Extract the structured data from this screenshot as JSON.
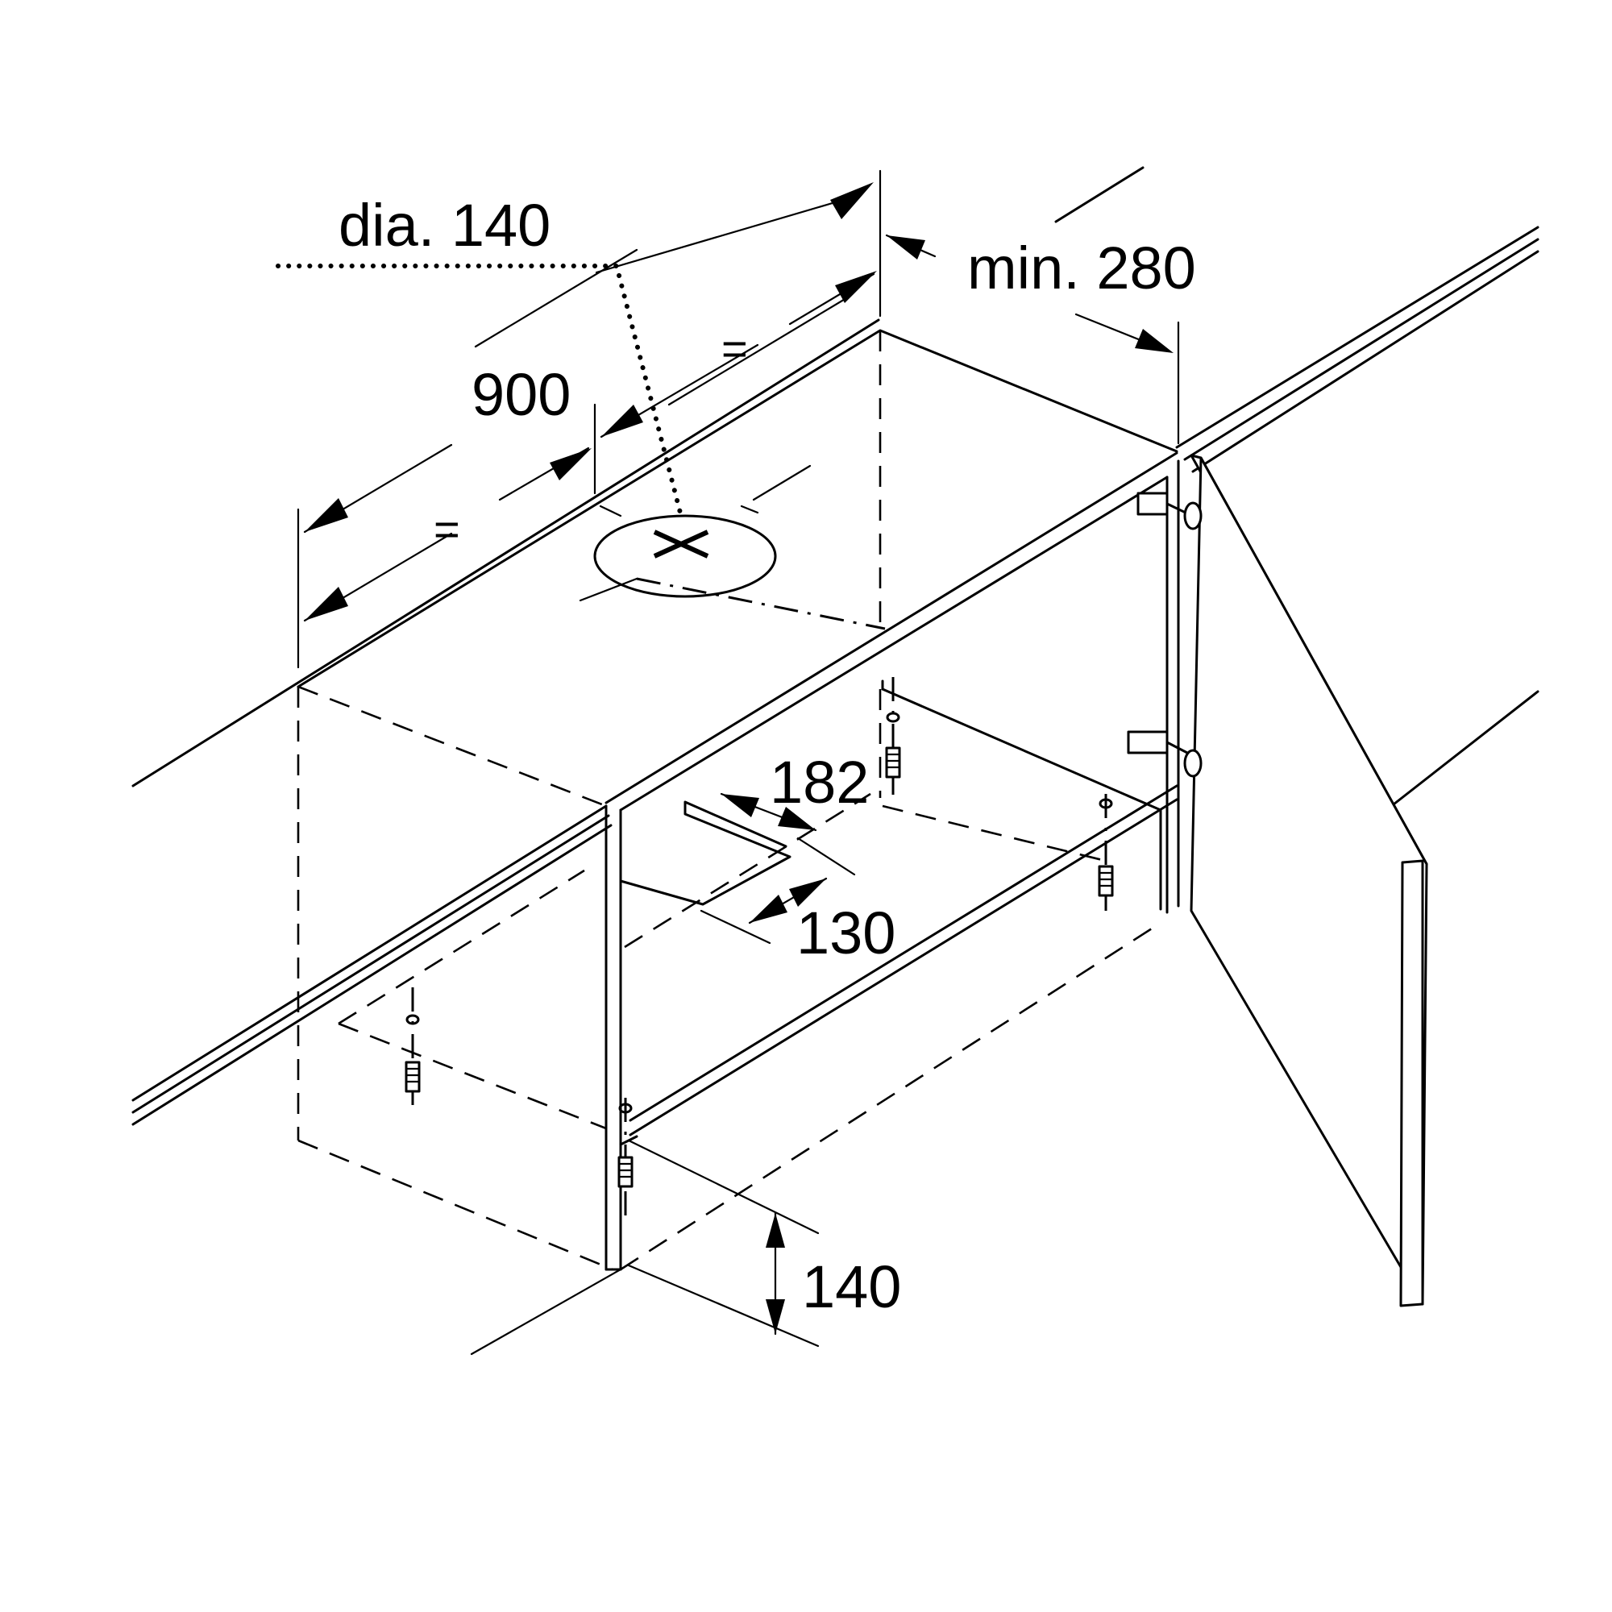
{
  "labels": {
    "duct_diameter": "dia. 140",
    "width": "900",
    "equal_left": "=",
    "equal_right": "=",
    "min_distance": "min. 280",
    "cutout_depth": "182",
    "cutout_width": "130",
    "height": "140"
  },
  "colors": {
    "line": "#000000",
    "background": "#ffffff"
  }
}
